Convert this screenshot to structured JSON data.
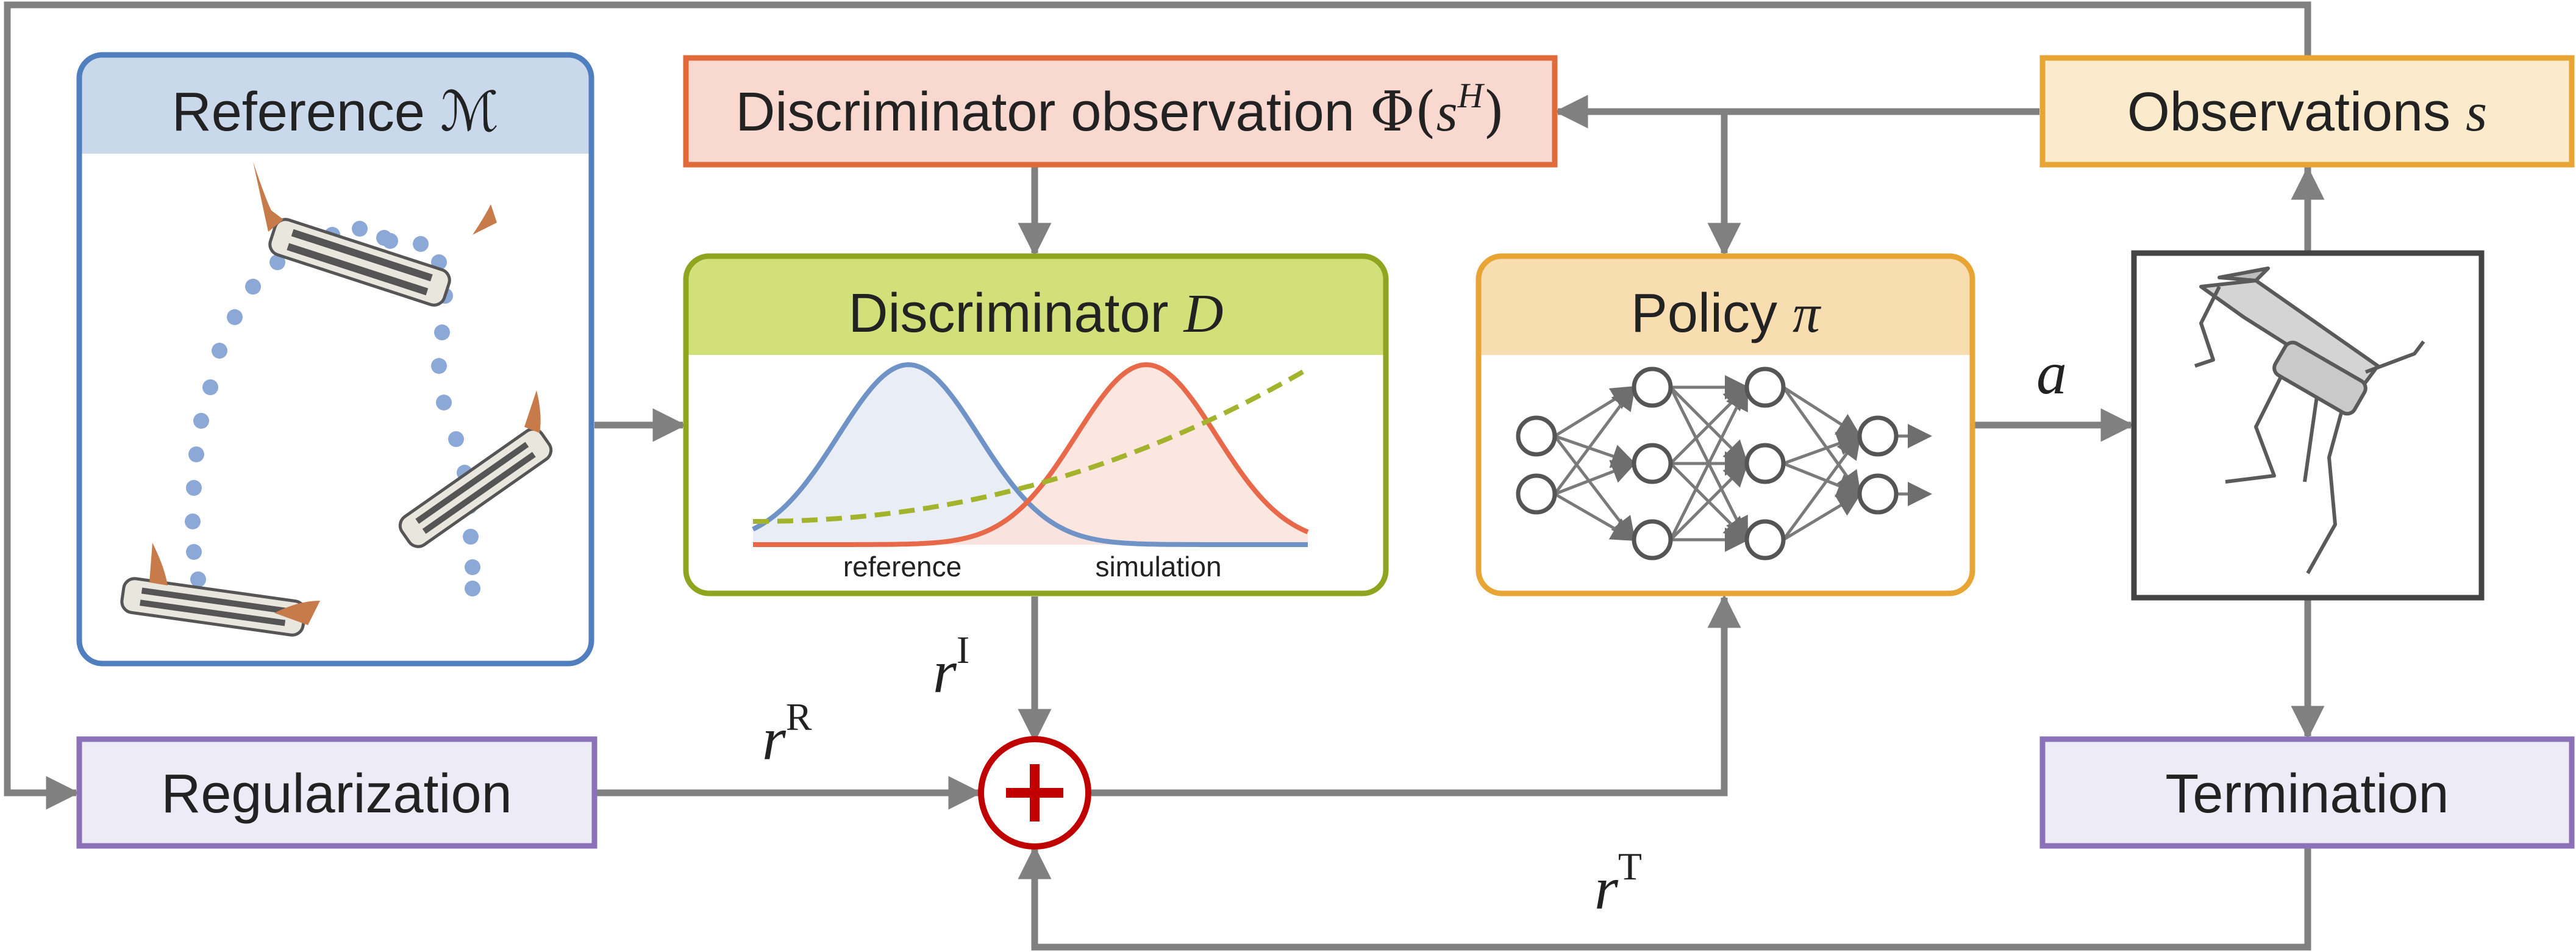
{
  "reference": {
    "title": "Reference ",
    "symbol": "ℳ"
  },
  "discriminator_observation": {
    "title": "Discriminator observation ",
    "phi": "Φ(",
    "s": "s",
    "H": "H",
    "close": ")"
  },
  "observations": {
    "title": "Observations ",
    "symbol": "s"
  },
  "discriminator": {
    "title": "Discriminator ",
    "symbol": "D",
    "label_left": "reference",
    "label_right": "simulation"
  },
  "policy": {
    "title": "Policy ",
    "symbol": "π"
  },
  "regularization": {
    "title": "Regularization"
  },
  "termination": {
    "title": "Termination"
  },
  "action": {
    "label": "a"
  },
  "rewards": {
    "intrinsic": {
      "r": "r",
      "sup": "I"
    },
    "regularization": {
      "r": "r",
      "sup": "R"
    },
    "termination": {
      "r": "r",
      "sup": "T"
    }
  },
  "sum_node": {
    "symbol": "+"
  },
  "colors": {
    "reference": "#4f7fbf",
    "reference_fill": "#c9d8ea",
    "disc_obs": "#e06a3a",
    "disc_obs_fill": "#f9d8cf",
    "observations": "#e8a534",
    "observations_fill": "#fbeacb",
    "discriminator": "#8fa51f",
    "discriminator_fill": "#d2e07a",
    "policy": "#e8a534",
    "policy_fill": "#f8ddb0",
    "regularization": "#8b72b8",
    "regularization_fill": "#ecebf6",
    "termination": "#8b72b8",
    "termination_fill": "#ecebf6",
    "arrow": "#808080",
    "sum": "#c00000"
  }
}
